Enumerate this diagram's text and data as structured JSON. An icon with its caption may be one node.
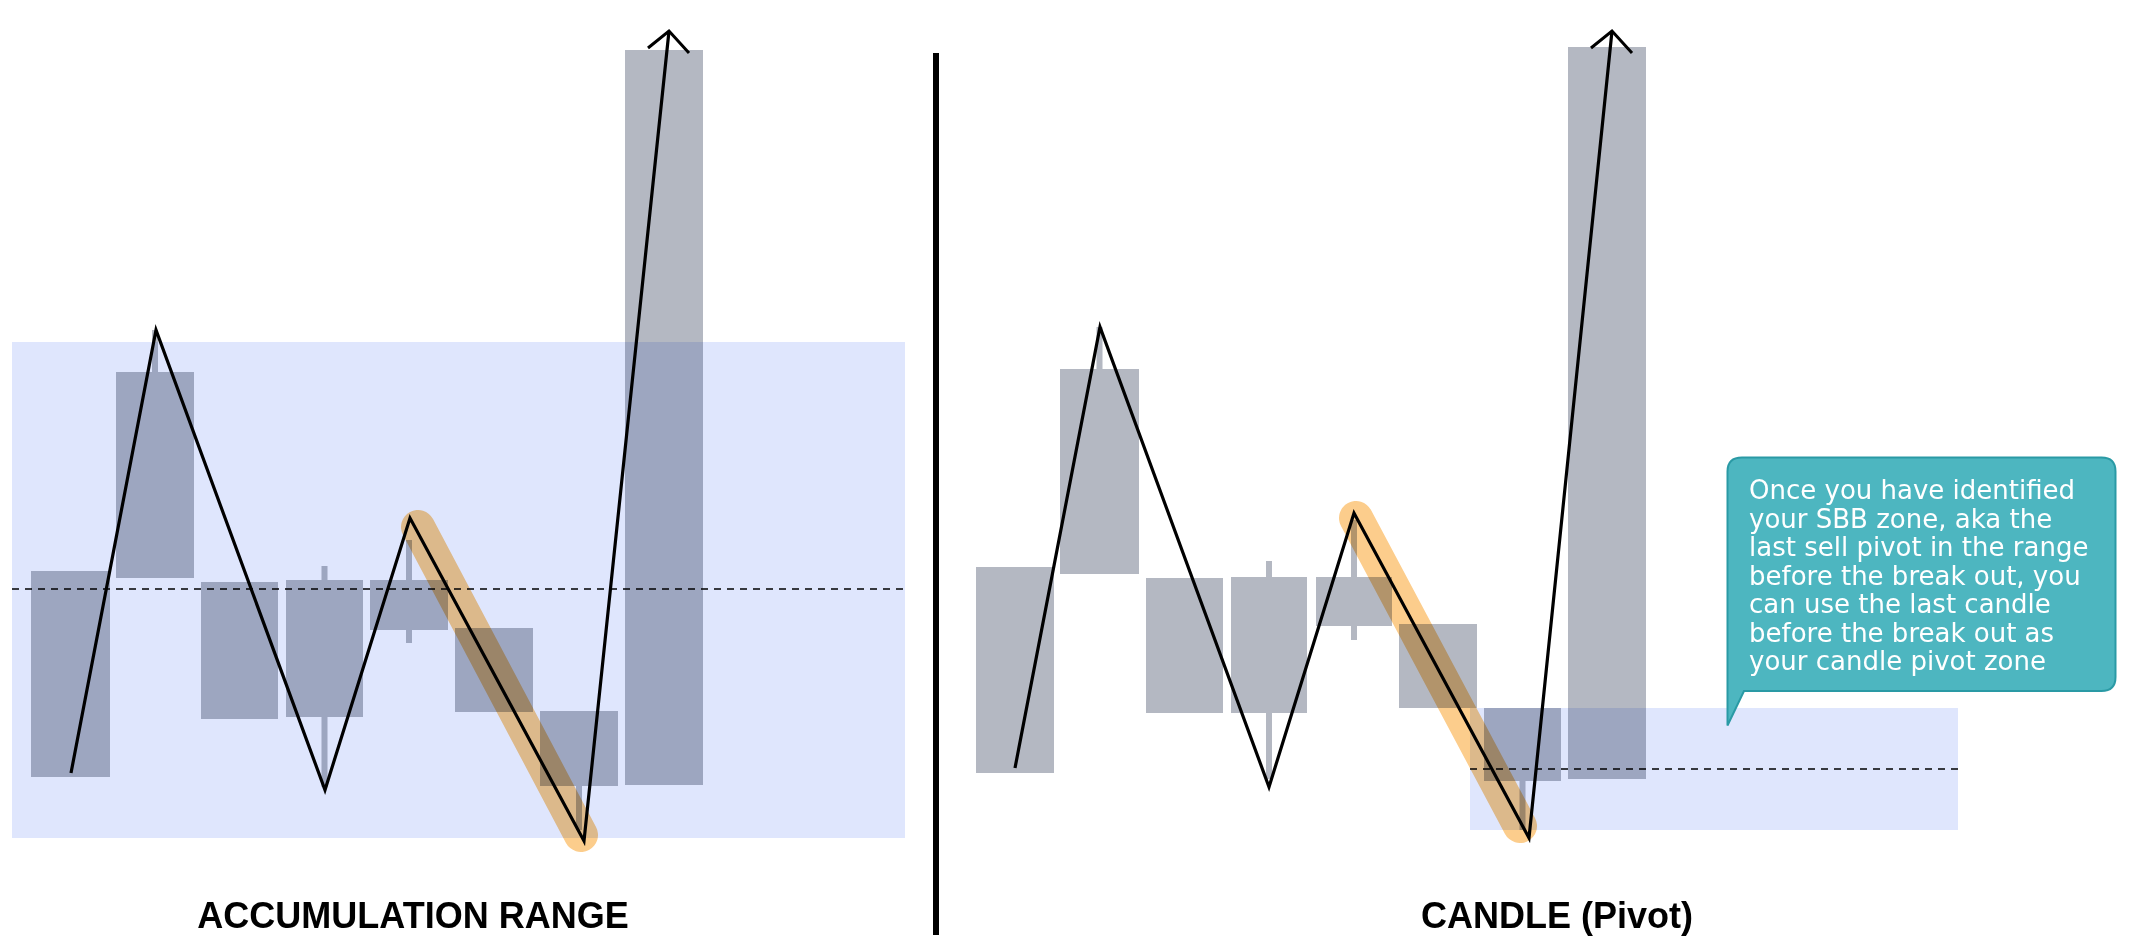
{
  "diagram": {
    "nodes": [
      {
        "text": [
          "Once you have identified your SBB zone, aka the last sell pivot in the range before the break out, you can use the last candle before the break out as your candle pivot zone"
        ]
      }
    ],
    "labels": [
      "ACCUMULATION RANGE",
      "CANDLE (Pivot)"
    ]
  }
}
